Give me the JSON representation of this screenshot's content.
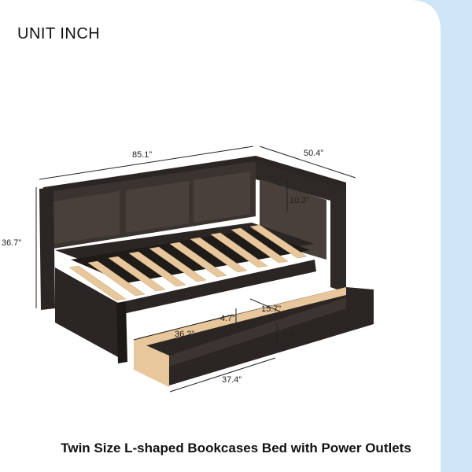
{
  "colors": {
    "background_blue": "#cfe6f7",
    "card": "#ffffff",
    "wood_dark": "#2b2623",
    "slat": "#e7c79b",
    "text": "#111111"
  },
  "unit_label": "UNIT INCH",
  "dimensions": {
    "length": "85.1”",
    "width": "50.4”",
    "height": "36.7”",
    "shelf_height": "10.3”",
    "drawer_depth": "15.7”",
    "drawer_inner_height": "4.7”",
    "drawer_inner_length": "36.2”",
    "drawer_height": "9.4”",
    "drawer_length": "37.4”"
  },
  "caption": "Twin Size L-shaped Bookcases Bed with Power Outlets"
}
